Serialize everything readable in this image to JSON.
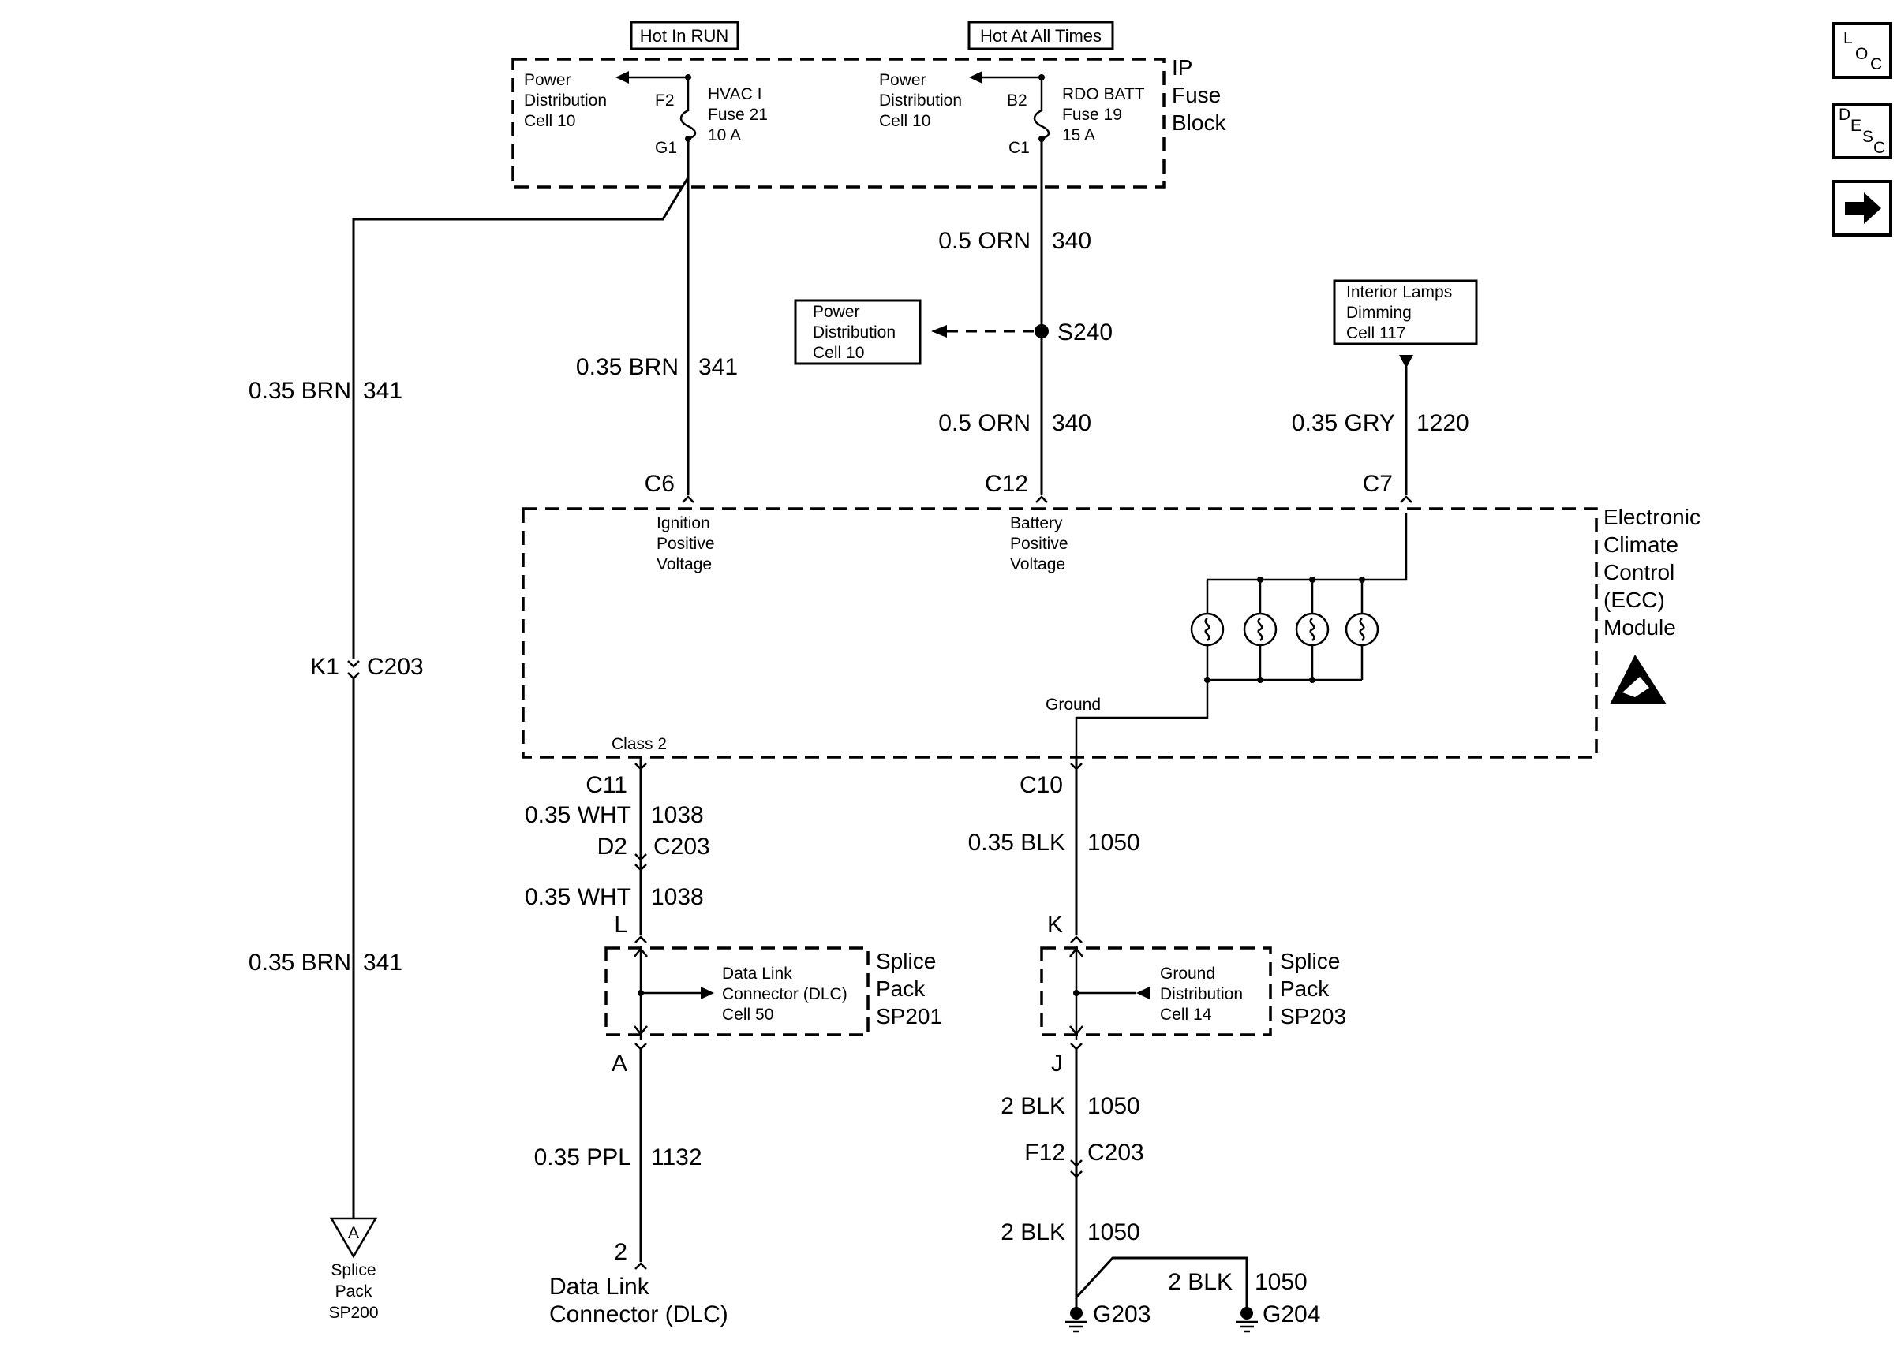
{
  "headers": {
    "hot_in_run": "Hot In RUN",
    "hot_at_all_times": "Hot At All Times"
  },
  "fuse_block": {
    "title_lines": [
      "IP",
      "Fuse",
      "Block"
    ],
    "pd_left_lines": [
      "Power",
      "Distribution",
      "Cell 10"
    ],
    "pd_right_lines": [
      "Power",
      "Distribution",
      "Cell 10"
    ],
    "fuse1_top_pin": "F2",
    "fuse1_bottom_pin": "G1",
    "fuse1_lines": [
      "HVAC I",
      "Fuse 21",
      "10 A"
    ],
    "fuse2_top_pin": "B2",
    "fuse2_bottom_pin": "C1",
    "fuse2_lines": [
      "RDO BATT",
      "Fuse 19",
      "15 A"
    ]
  },
  "wires": {
    "w340_top": "0.5 ORN",
    "c340_top": "340",
    "w340_bot": "0.5 ORN",
    "c340_bot": "340",
    "w341_left": "0.35 BRN",
    "c341_left": "341",
    "w341_mid": "0.35 BRN",
    "c341_mid": "341",
    "w341_low": "0.35 BRN",
    "c341_low": "341",
    "w1220": "0.35 GRY",
    "c1220": "1220",
    "w1038_a": "0.35 WHT",
    "c1038_a": "1038",
    "w1038_b": "0.35 WHT",
    "c1038_b": "1038",
    "w1050_a": "0.35 BLK",
    "c1050_a": "1050",
    "w1132": "0.35 PPL",
    "c1132": "1132",
    "w1050_b": "2 BLK",
    "c1050_b": "1050",
    "w1050_c": "2 BLK",
    "c1050_c": "1050",
    "w1050_d": "2 BLK",
    "c1050_d": "1050"
  },
  "splice": {
    "s240": "S240"
  },
  "ref_boxes": {
    "pd_s240_lines": [
      "Power",
      "Distribution",
      "Cell 10"
    ],
    "interior_lamps_lines": [
      "Interior Lamps",
      "Dimming",
      "Cell 117"
    ]
  },
  "ecc": {
    "title_lines": [
      "Electronic",
      "Climate",
      "Control",
      "(ECC)",
      "Module"
    ],
    "c6": "C6",
    "c12": "C12",
    "c7": "C7",
    "c11": "C11",
    "c10": "C10",
    "ign_lines": [
      "Ignition",
      "Positive",
      "Voltage"
    ],
    "batt_lines": [
      "Battery",
      "Positive",
      "Voltage"
    ],
    "ground": "Ground",
    "class2": "Class 2"
  },
  "connectors": {
    "k1": "K1",
    "c203_a": "C203",
    "d2": "D2",
    "c203_b": "C203",
    "f12": "F12",
    "c203_c": "C203",
    "l": "L",
    "a": "A",
    "k": "K",
    "j": "J",
    "pin2": "2"
  },
  "sp201": {
    "title_lines": [
      "Splice",
      "Pack",
      "SP201"
    ],
    "dlc_lines": [
      "Data Link",
      "Connector (DLC)",
      "Cell 50"
    ]
  },
  "sp203": {
    "title_lines": [
      "Splice",
      "Pack",
      "SP203"
    ],
    "gd_lines": [
      "Ground",
      "Distribution",
      "Cell 14"
    ]
  },
  "sp200": {
    "symbol": "A",
    "lines": [
      "Splice",
      "Pack",
      "SP200"
    ]
  },
  "dlc": {
    "lines": [
      "Data Link",
      "Connector (DLC)"
    ]
  },
  "grounds": {
    "g203": "G203",
    "g204": "G204"
  },
  "nav": {
    "loc": {
      "big": "L",
      "small": "O",
      "small2": "C"
    },
    "desc": {
      "big": "D",
      "small": "E",
      "small2": "S",
      "small3": "C"
    }
  }
}
